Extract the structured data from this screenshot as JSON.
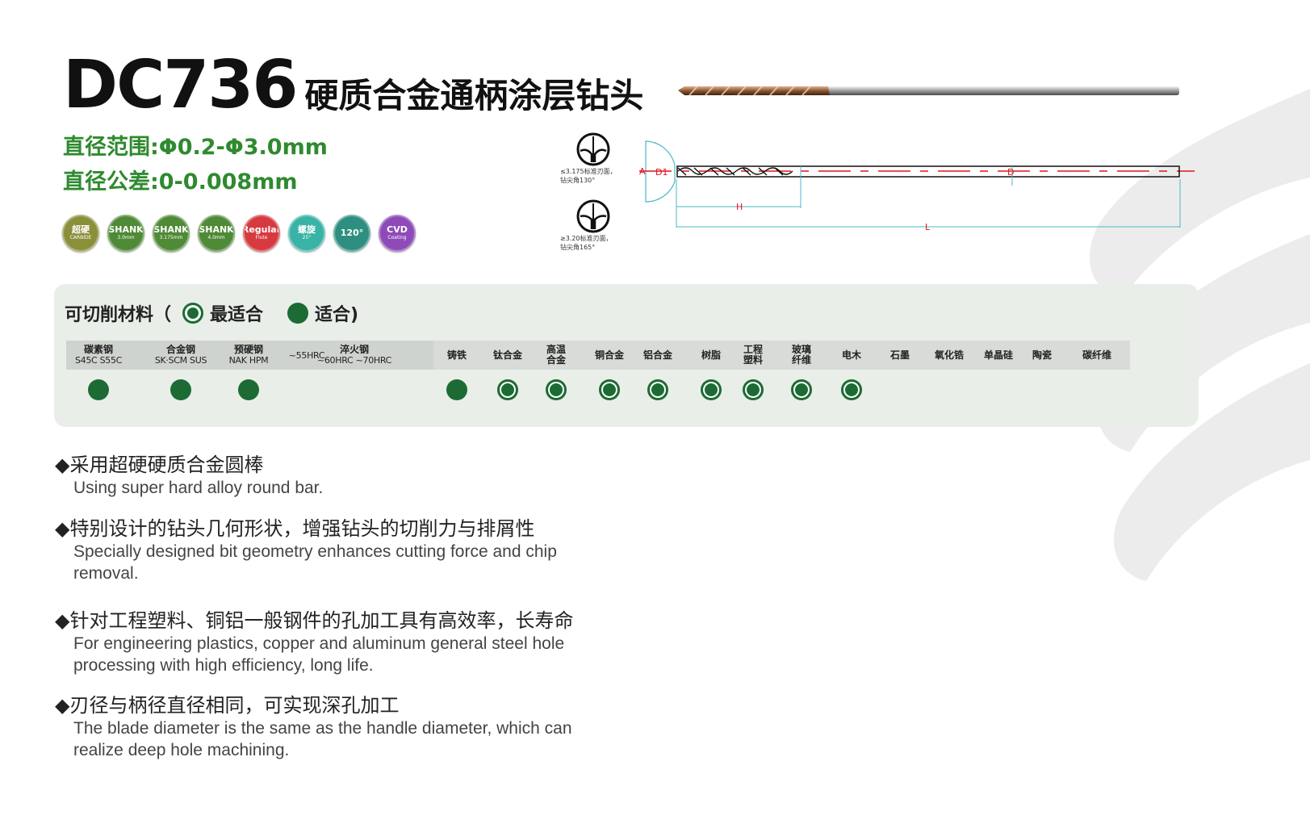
{
  "header": {
    "model": "DC736",
    "title": "硬质合金通柄涂层钻头",
    "diameter_range": "直径范围:Φ0.2-Φ3.0mm",
    "diameter_tolerance": "直径公差:0-0.008mm"
  },
  "badges": [
    {
      "main": "超硬",
      "sub": "CARBIDE",
      "color": "#8a8f3a",
      "icon": "carbide-badge"
    },
    {
      "main": "SHANK",
      "sub": "3.0mm",
      "color": "#4f8a36",
      "icon": "shank-badge"
    },
    {
      "main": "SHANK",
      "sub": "3.175mm",
      "color": "#4f8a36",
      "icon": "shank-badge"
    },
    {
      "main": "SHANK",
      "sub": "4.0mm",
      "color": "#4f8a36",
      "icon": "shank-badge"
    },
    {
      "main": "Regular",
      "sub": "Flute",
      "color": "#d63a3f",
      "icon": "regular-flute-badge"
    },
    {
      "main": "螺旋",
      "sub": "25°",
      "color": "#39b3a6",
      "icon": "helix-badge"
    },
    {
      "main": "120°",
      "sub": "",
      "color": "#2e8f80",
      "icon": "angle-badge"
    },
    {
      "main": "CVD",
      "sub": "Coating",
      "color": "#8e4bb8",
      "icon": "cvd-badge"
    }
  ],
  "tip_symbols": [
    {
      "label": "≤3.175标准刃面，\n钻尖角130°",
      "icon": "drill-tip-130-icon"
    },
    {
      "label": "≥3.20标准刃面，\n钻尖角165°",
      "icon": "drill-tip-165-icon"
    }
  ],
  "drawing": {
    "label_a": "A",
    "label_d1": "D1",
    "label_d": "D",
    "label_h": "H",
    "label_l": "L"
  },
  "materials": {
    "heading": "可切削材料（",
    "legend_best": "最适合",
    "legend_ok": "适合)",
    "colors": {
      "dot": "#1d6b34",
      "panel": "#e9eee9",
      "spec_green": "#2f8a2f"
    },
    "columns": [
      {
        "name": "碳素钢",
        "sub": "S45C S55C",
        "mark": "best"
      },
      {
        "name": "合金钢",
        "sub": "SK·SCM SUS",
        "mark": "best"
      },
      {
        "name": "预硬钢",
        "sub": "NAK HPM",
        "mark": "best"
      },
      {
        "name": "",
        "sub": "~55HRC",
        "mark": "none"
      },
      {
        "name": "淬火钢",
        "sub": "~60HRC ~70HRC",
        "mark": "none"
      },
      {
        "name": "铸铁",
        "sub": "",
        "mark": "best"
      },
      {
        "name": "钛合金",
        "sub": "",
        "mark": "ok"
      },
      {
        "name": "高温\n合金",
        "sub": "",
        "mark": "ok"
      },
      {
        "name": "铜合金",
        "sub": "",
        "mark": "ok"
      },
      {
        "name": "铝合金",
        "sub": "",
        "mark": "ok"
      },
      {
        "name": "树脂",
        "sub": "",
        "mark": "ok"
      },
      {
        "name": "工程\n塑料",
        "sub": "",
        "mark": "ok"
      },
      {
        "name": "玻璃\n纤维",
        "sub": "",
        "mark": "ok"
      },
      {
        "name": "电木",
        "sub": "",
        "mark": "ok"
      },
      {
        "name": "石墨",
        "sub": "",
        "mark": "none"
      },
      {
        "name": "氧化锆",
        "sub": "",
        "mark": "none"
      },
      {
        "name": "单晶硅",
        "sub": "",
        "mark": "none"
      },
      {
        "name": "陶瓷",
        "sub": "",
        "mark": "none"
      },
      {
        "name": "碳纤维",
        "sub": "",
        "mark": "none"
      }
    ]
  },
  "features": [
    {
      "cn": "◆采用超硬硬质合金圆棒",
      "en": "Using super  hard alloy round bar."
    },
    {
      "cn": "◆特别设计的钻头几何形状，增强钻头的切削力与排屑性",
      "en": "Specially designed bit geometry enhances cutting force and chip removal."
    },
    {
      "cn": "◆针对工程塑料、铜铝一般钢件的孔加工具有高效率，长寿命",
      "en": "For engineering plastics, copper and aluminum general steel hole processing with high efficiency, long life."
    },
    {
      "cn": "◆刃径与柄径直径相同，可实现深孔加工",
      "en": "The blade diameter is the same as the handle diameter, which can realize deep hole machining."
    }
  ]
}
